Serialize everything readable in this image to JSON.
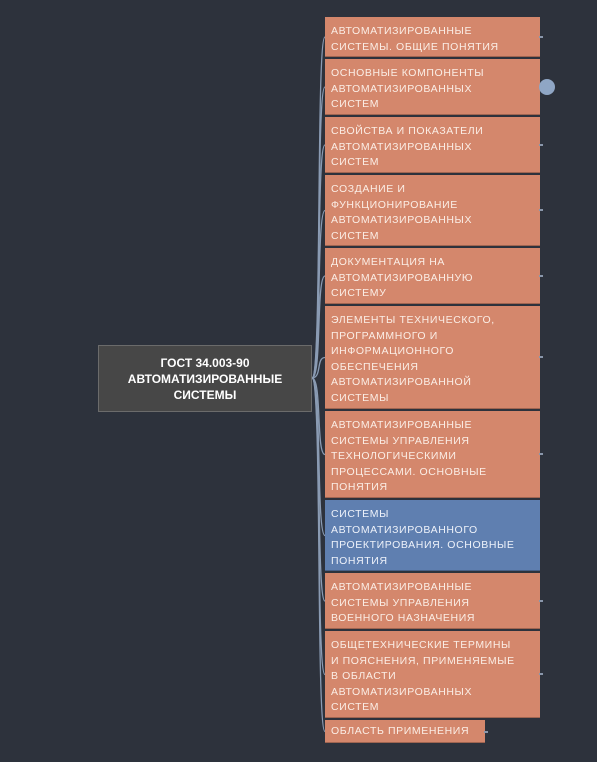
{
  "root": {
    "label": "ГОСТ 34.003-90\nАВТОМАТИЗИРОВАННЫЕ\nСИСТЕМЫ"
  },
  "branches": [
    {
      "label": "АВТОМАТИЗИРОВАННЫЕ\nСИСТЕМЫ. ОБЩИЕ ПОНЯТИЯ",
      "color": "#d4876c"
    },
    {
      "label": "ОСНОВНЫЕ КОМПОНЕНТЫ\nАВТОМАТИЗИРОВАННЫХ\nСИСТЕМ",
      "color": "#d4876c"
    },
    {
      "label": "СВОЙСТВА И ПОКАЗАТЕЛИ\nАВТОМАТИЗИРОВАННЫХ\nСИСТЕМ",
      "color": "#d4876c"
    },
    {
      "label": "СОЗДАНИЕ И\nФУНКЦИОНИРОВАНИЕ\nАВТОМАТИЗИРОВАННЫХ\nСИСТЕМ",
      "color": "#d4876c"
    },
    {
      "label": "ДОКУМЕНТАЦИЯ НА\nАВТОМАТИЗИРОВАННУЮ\nСИСТЕМУ",
      "color": "#d4876c"
    },
    {
      "label": "ЭЛЕМЕНТЫ ТЕХНИЧЕСКОГО,\nПРОГРАММНОГО И\nИНФОРМАЦИОННОГО\nОБЕСПЕЧЕНИЯ\nАВТОМАТИЗИРОВАННОЙ\nСИСТЕМЫ",
      "color": "#d4876c"
    },
    {
      "label": "АВТОМАТИЗИРОВАННЫЕ\nСИСТЕМЫ УПРАВЛЕНИЯ\nТЕХНОЛОГИЧЕСКИМИ\nПРОЦЕССАМИ. ОСНОВНЫЕ\nПОНЯТИЯ",
      "color": "#d4876c"
    },
    {
      "label": "СИСТЕМЫ\nАВТОМАТИЗИРОВАННОГО\nПРОЕКТИРОВАНИЯ. ОСНОВНЫЕ\nПОНЯТИЯ",
      "color": "#5f7fb0"
    },
    {
      "label": "АВТОМАТИЗИРОВАННЫЕ\nСИСТЕМЫ УПРАВЛЕНИЯ\nВОЕННОГО НАЗНАЧЕНИЯ",
      "color": "#d4876c"
    },
    {
      "label": "ОБЩЕТЕХНИЧЕСКИЕ ТЕРМИНЫ\nИ ПОЯСНЕНИЯ, ПРИМЕНЯЕМЫЕ\nВ ОБЛАСТИ\nАВТОМАТИЗИРОВАННЫХ\nСИСТЕМ",
      "color": "#d4876c"
    },
    {
      "label": "ОБЛАСТЬ ПРИМЕНЕНИЯ",
      "color": "#d4876c"
    }
  ],
  "connector_color": "#8a9bb3"
}
